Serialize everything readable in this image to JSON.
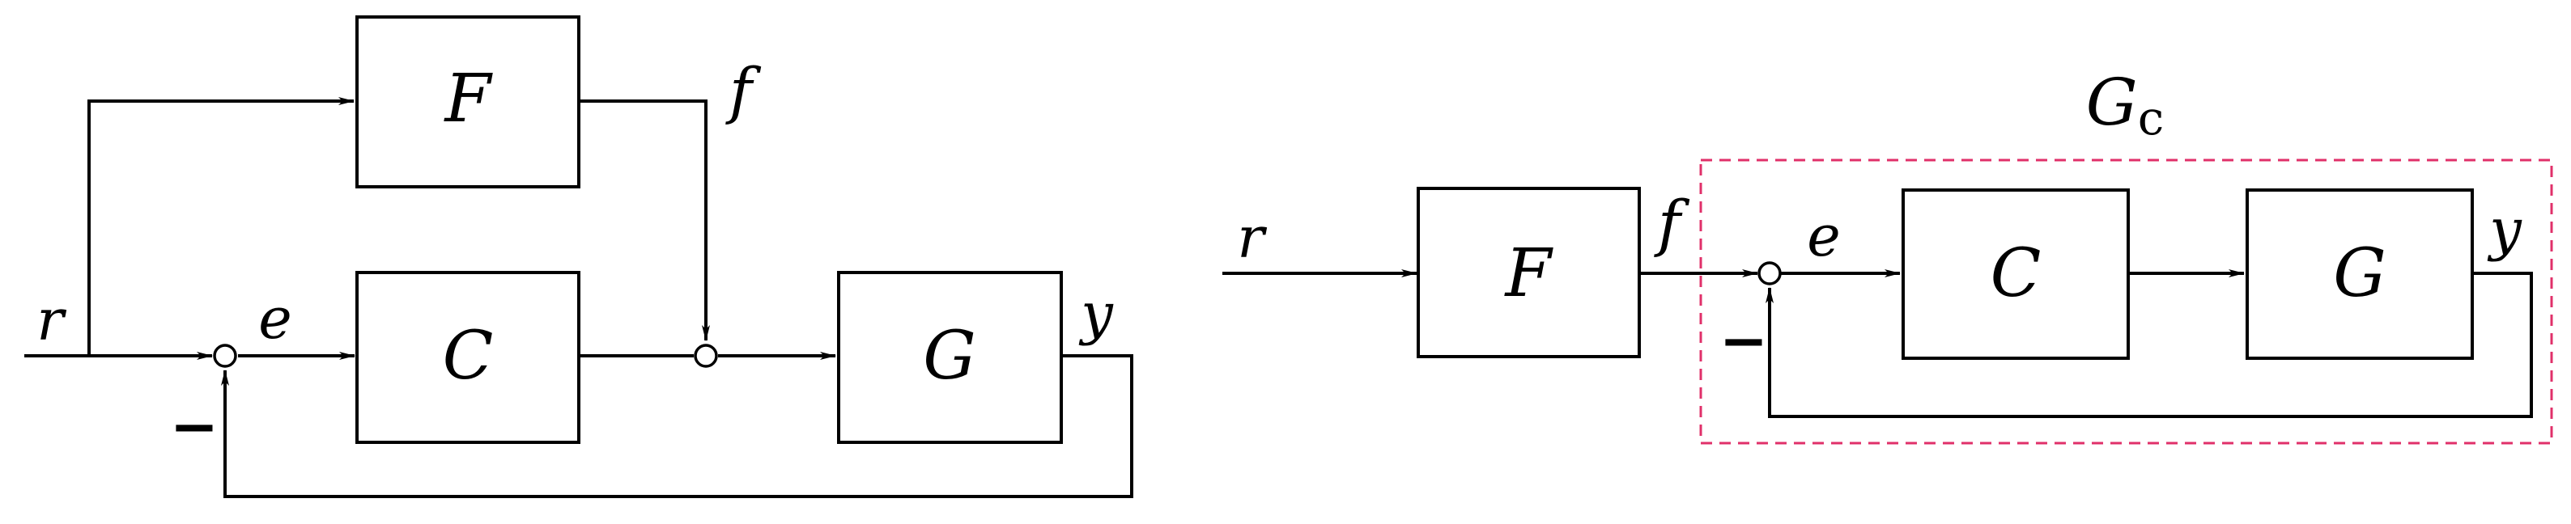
{
  "colors": {
    "line": "#000000",
    "background": "#ffffff",
    "highlight_box": "#e0306a"
  },
  "left_diagram": {
    "blocks": {
      "F": "F",
      "C": "C",
      "G": "G"
    },
    "signals": {
      "r": "r",
      "e": "e",
      "f": "f",
      "y": "y"
    },
    "feedback_sign": "−"
  },
  "right_diagram": {
    "blocks": {
      "F": "F",
      "C": "C",
      "G": "G"
    },
    "signals": {
      "r": "r",
      "f": "f",
      "e": "e",
      "y": "y"
    },
    "feedback_sign": "−",
    "group_label": {
      "main": "G",
      "subscript": "c"
    }
  }
}
